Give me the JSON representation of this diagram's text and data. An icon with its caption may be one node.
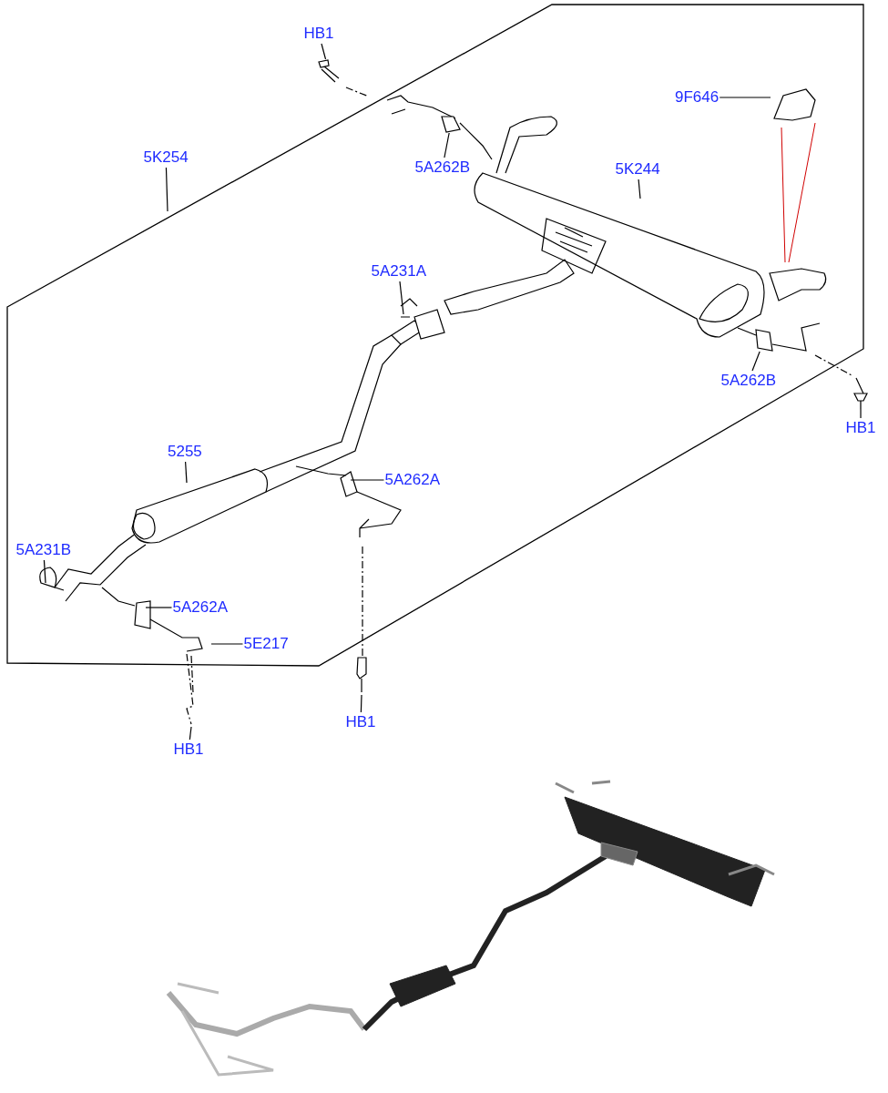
{
  "diagram": {
    "nodes": [
      {
        "text": [
          "HB1"
        ]
      },
      {
        "text": [
          "9F646"
        ]
      },
      {
        "text": [
          "5K254"
        ]
      },
      {
        "text": [
          "5A262B"
        ]
      },
      {
        "text": [
          "5K244"
        ]
      },
      {
        "text": [
          "5A231A"
        ]
      },
      {
        "text": [
          "5A262B"
        ]
      },
      {
        "text": [
          "HB1"
        ]
      },
      {
        "text": [
          "5255"
        ]
      },
      {
        "text": [
          "5A262A"
        ]
      },
      {
        "text": [
          "5A231B"
        ]
      },
      {
        "text": [
          "5A262A"
        ]
      },
      {
        "text": [
          "5E217"
        ]
      },
      {
        "text": [
          "HB1"
        ]
      },
      {
        "text": [
          "HB1"
        ]
      },
      {
        "text": [],
        "shape": "picture"
      },
      {
        "text": [],
        "shape": "picture"
      },
      {
        "text": [],
        "shape": "picture"
      }
    ],
    "edges": [
      {
        "from": 0,
        "to": 15,
        "arrow": "none"
      },
      {
        "from": 1,
        "to": null,
        "arrow": "none"
      },
      {
        "from": 2,
        "to": null,
        "arrow": "none"
      },
      {
        "from": 3,
        "to": 16,
        "arrow": "none"
      },
      {
        "from": 4,
        "to": null,
        "arrow": "none"
      },
      {
        "from": 5,
        "to": null,
        "arrow": "none"
      },
      {
        "from": 6,
        "to": 17,
        "arrow": "none"
      },
      {
        "from": 7,
        "to": null,
        "arrow": "none"
      },
      {
        "from": 8,
        "to": null,
        "arrow": "none"
      },
      {
        "from": 9,
        "to": null,
        "arrow": "none"
      },
      {
        "from": 10,
        "to": null,
        "arrow": "none"
      },
      {
        "from": 11,
        "to": null,
        "arrow": "none"
      },
      {
        "from": 12,
        "to": null,
        "arrow": "none"
      },
      {
        "from": 13,
        "to": null,
        "arrow": "none"
      },
      {
        "from": 14,
        "to": null,
        "arrow": "none"
      }
    ]
  }
}
